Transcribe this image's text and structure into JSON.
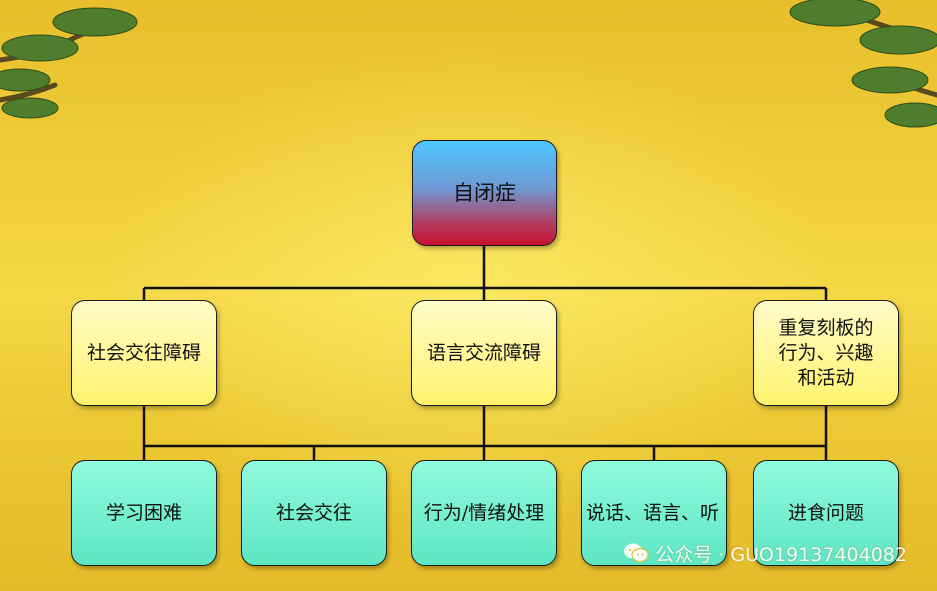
{
  "diagram": {
    "root": "自闭症",
    "level2": [
      "社会交往障碍",
      "语言交流障碍",
      "重复刻板的\n行为、兴趣\n和活动"
    ],
    "level3": [
      "学习困难",
      "社会交往",
      "行为/情绪处理",
      "说话、语言、听",
      "进食问题"
    ]
  },
  "watermark": {
    "text": "公众号 · GUO19137404082",
    "icon": "wechat-icon"
  },
  "colors": {
    "background": "#f0cd3a",
    "root_top": "#4dc6ff",
    "root_bottom": "#c8102e",
    "mid_fill": "#fff36e",
    "leaf_fill": "#5ee6c4",
    "pine_needles": "#4e7d2e"
  }
}
